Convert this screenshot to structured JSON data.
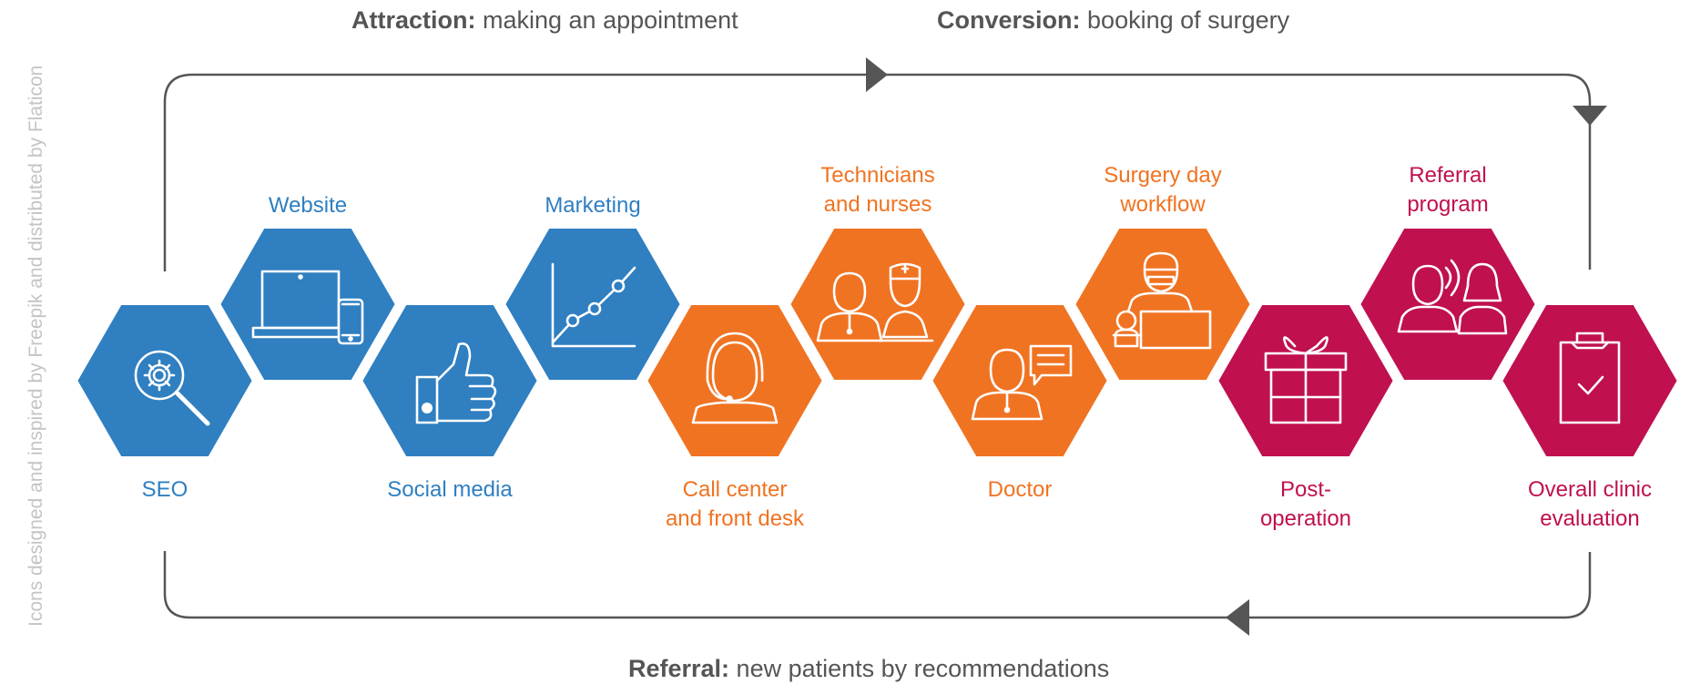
{
  "credit": "Icons designed and inspired by Freepik and distributed by Flaticon",
  "headers": {
    "attraction_bold": "Attraction:",
    "attraction_text": " making an appointment",
    "conversion_bold": "Conversion:",
    "conversion_text": " booking of surgery",
    "referral_bold": "Referral:",
    "referral_text": " new patients by recommendations"
  },
  "colors": {
    "blue": "#2f7fc1",
    "orange": "#f07322",
    "magenta": "#c0104f",
    "line": "#555555"
  },
  "hexes": [
    {
      "id": "seo",
      "lines": [
        "SEO"
      ],
      "color": "blue",
      "icon": "seo-gear-magnifier-icon"
    },
    {
      "id": "website",
      "lines": [
        "Website"
      ],
      "color": "blue",
      "icon": "laptop-phone-icon"
    },
    {
      "id": "social-media",
      "lines": [
        "Social media"
      ],
      "color": "blue",
      "icon": "thumbs-up-icon"
    },
    {
      "id": "marketing",
      "lines": [
        "Marketing"
      ],
      "color": "blue",
      "icon": "line-chart-icon"
    },
    {
      "id": "call-center",
      "lines": [
        "Call center",
        "and front desk"
      ],
      "color": "orange",
      "icon": "headset-operator-icon"
    },
    {
      "id": "technicians",
      "lines": [
        "Technicians",
        "and nurses"
      ],
      "color": "orange",
      "icon": "nurse-technician-icon"
    },
    {
      "id": "doctor",
      "lines": [
        "Doctor"
      ],
      "color": "orange",
      "icon": "doctor-chat-icon"
    },
    {
      "id": "surgery-day",
      "lines": [
        "Surgery day",
        "workflow"
      ],
      "color": "orange",
      "icon": "surgeon-patient-icon"
    },
    {
      "id": "post-operation",
      "lines": [
        "Post-",
        "operation"
      ],
      "color": "magenta",
      "icon": "gift-box-icon"
    },
    {
      "id": "referral-program",
      "lines": [
        "Referral",
        "program"
      ],
      "color": "magenta",
      "icon": "people-talking-icon"
    },
    {
      "id": "overall-evaluation",
      "lines": [
        "Overall clinic",
        "evaluation"
      ],
      "color": "magenta",
      "icon": "clipboard-check-icon"
    }
  ]
}
